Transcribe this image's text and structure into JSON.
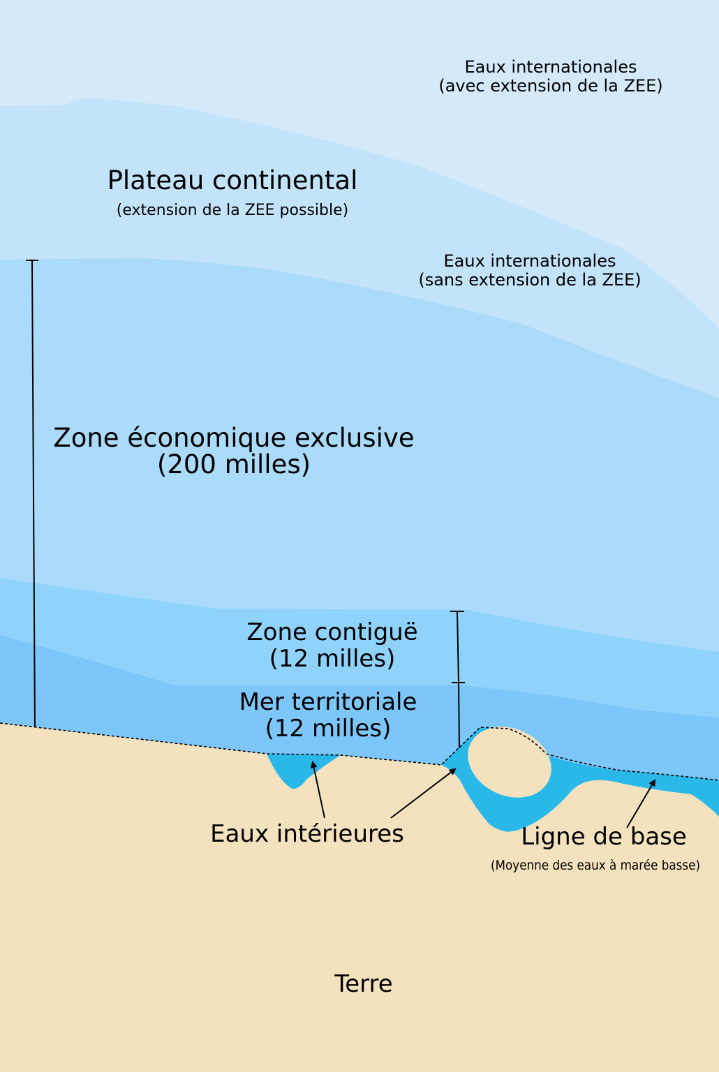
{
  "colors": {
    "international_waters": "#d4eafa",
    "continental_shelf": "#c2e3fa",
    "eez": "#abdbfb",
    "contiguous_zone": "#8fd3fd",
    "territorial_sea": "#7dc6f9",
    "internal_waters": "#29b8e8",
    "land": "#f4e2bf"
  },
  "labels": {
    "intl_with_eez_line1": "Eaux internationales",
    "intl_with_eez_line2": "(avec extension de la ZEE)",
    "continental_shelf_title": "Plateau continental",
    "continental_shelf_sub": "(extension de la ZEE possible)",
    "intl_without_eez_line1": "Eaux internationales",
    "intl_without_eez_line2": "(sans extension de la ZEE)",
    "eez_line1": "Zone économique exclusive",
    "eez_line2": "(200 milles)",
    "contiguous_line1": "Zone contiguë",
    "contiguous_line2": "(12 milles)",
    "territorial_line1": "Mer territoriale",
    "territorial_line2": "(12 milles)",
    "internal_waters": "Eaux intérieures",
    "baseline_title": "Ligne de base",
    "baseline_sub": "(Moyenne des eaux à marée basse)",
    "land": "Terre"
  }
}
